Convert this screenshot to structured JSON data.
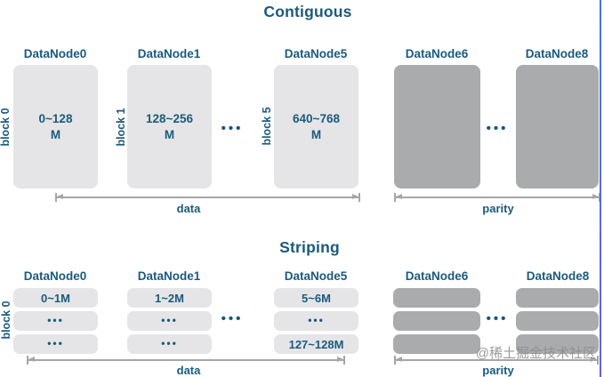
{
  "shared": {
    "ellipsis": "•••"
  },
  "contiguous": {
    "title": "Contiguous",
    "nodes": [
      "DataNode0",
      "DataNode1",
      "DataNode5",
      "DataNode6",
      "DataNode8"
    ],
    "blocks": [
      {
        "label": "block 0",
        "range": "0~128",
        "unit": "M"
      },
      {
        "label": "block 1",
        "range": "128~256",
        "unit": "M"
      },
      {
        "label": "block 5",
        "range": "640~768",
        "unit": "M"
      }
    ],
    "arrows": {
      "data": "data",
      "parity": "parity"
    }
  },
  "striping": {
    "title": "Striping",
    "nodes": [
      "DataNode0",
      "DataNode1",
      "DataNode5",
      "DataNode6",
      "DataNode8"
    ],
    "block_label": "block 0",
    "columns": [
      {
        "cells": [
          "0~1M",
          "•••",
          "•••"
        ]
      },
      {
        "cells": [
          "1~2M",
          "•••",
          "•••"
        ]
      },
      {
        "cells": [
          "5~6M",
          "•••",
          "127~128M"
        ]
      }
    ],
    "arrows": {
      "data": "data",
      "parity": "parity"
    }
  },
  "watermark": "@稀土掘金技术社区",
  "colors": {
    "text_teal": "#1a5a7e",
    "data_block_bg": "#e5e5e7",
    "parity_block_bg": "#a9abad",
    "arrow_gray": "#a6a6a6",
    "watermark_gray": "#8c8c8c",
    "edge_line_top": "#4576d8",
    "edge_line_bottom": "#6b5ed6"
  }
}
